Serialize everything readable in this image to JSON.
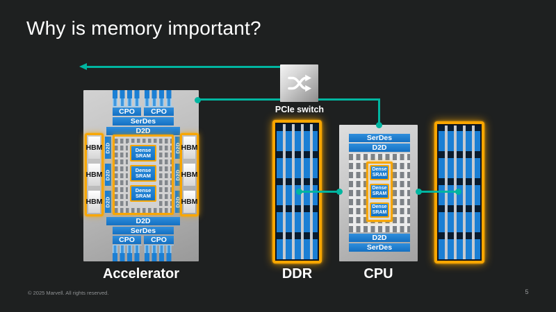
{
  "slide": {
    "title": "Why is memory important?",
    "footer": "© 2025 Marvell. All rights reserved.",
    "page_number": "5"
  },
  "colors": {
    "background": "#1E2020",
    "blue": "#1B7FD4",
    "orange": "#F8A600",
    "teal": "#00B5A0"
  },
  "pcie_switch": {
    "label": "PCIe switch",
    "icon": "shuffle-icon"
  },
  "accelerator": {
    "label": "Accelerator",
    "top": {
      "cpo_left": "CPO",
      "cpo_right": "CPO",
      "serdes": "SerDes",
      "d2d": "D2D"
    },
    "bottom": {
      "d2d": "D2D",
      "serdes": "SerDes",
      "cpo_left": "CPO",
      "cpo_right": "CPO"
    },
    "hbm_left": [
      "HBM",
      "HBM",
      "HBM"
    ],
    "hbm_right": [
      "HBM",
      "HBM",
      "HBM"
    ],
    "d2d_left": [
      "D2D",
      "D2D",
      "D2D"
    ],
    "d2d_right": [
      "D2D",
      "D2D",
      "D2D"
    ],
    "sram": [
      "Dense SRAM",
      "Dense SRAM",
      "Dense SRAM"
    ]
  },
  "ddr": {
    "label": "DDR"
  },
  "cpu": {
    "label": "CPU",
    "serdes_top": "SerDes",
    "d2d_top": "D2D",
    "sram": [
      "Dense SRAM",
      "Dense SRAM",
      "Dense SRAM"
    ],
    "d2d_bottom": "D2D",
    "serdes_bottom": "SerDes"
  }
}
